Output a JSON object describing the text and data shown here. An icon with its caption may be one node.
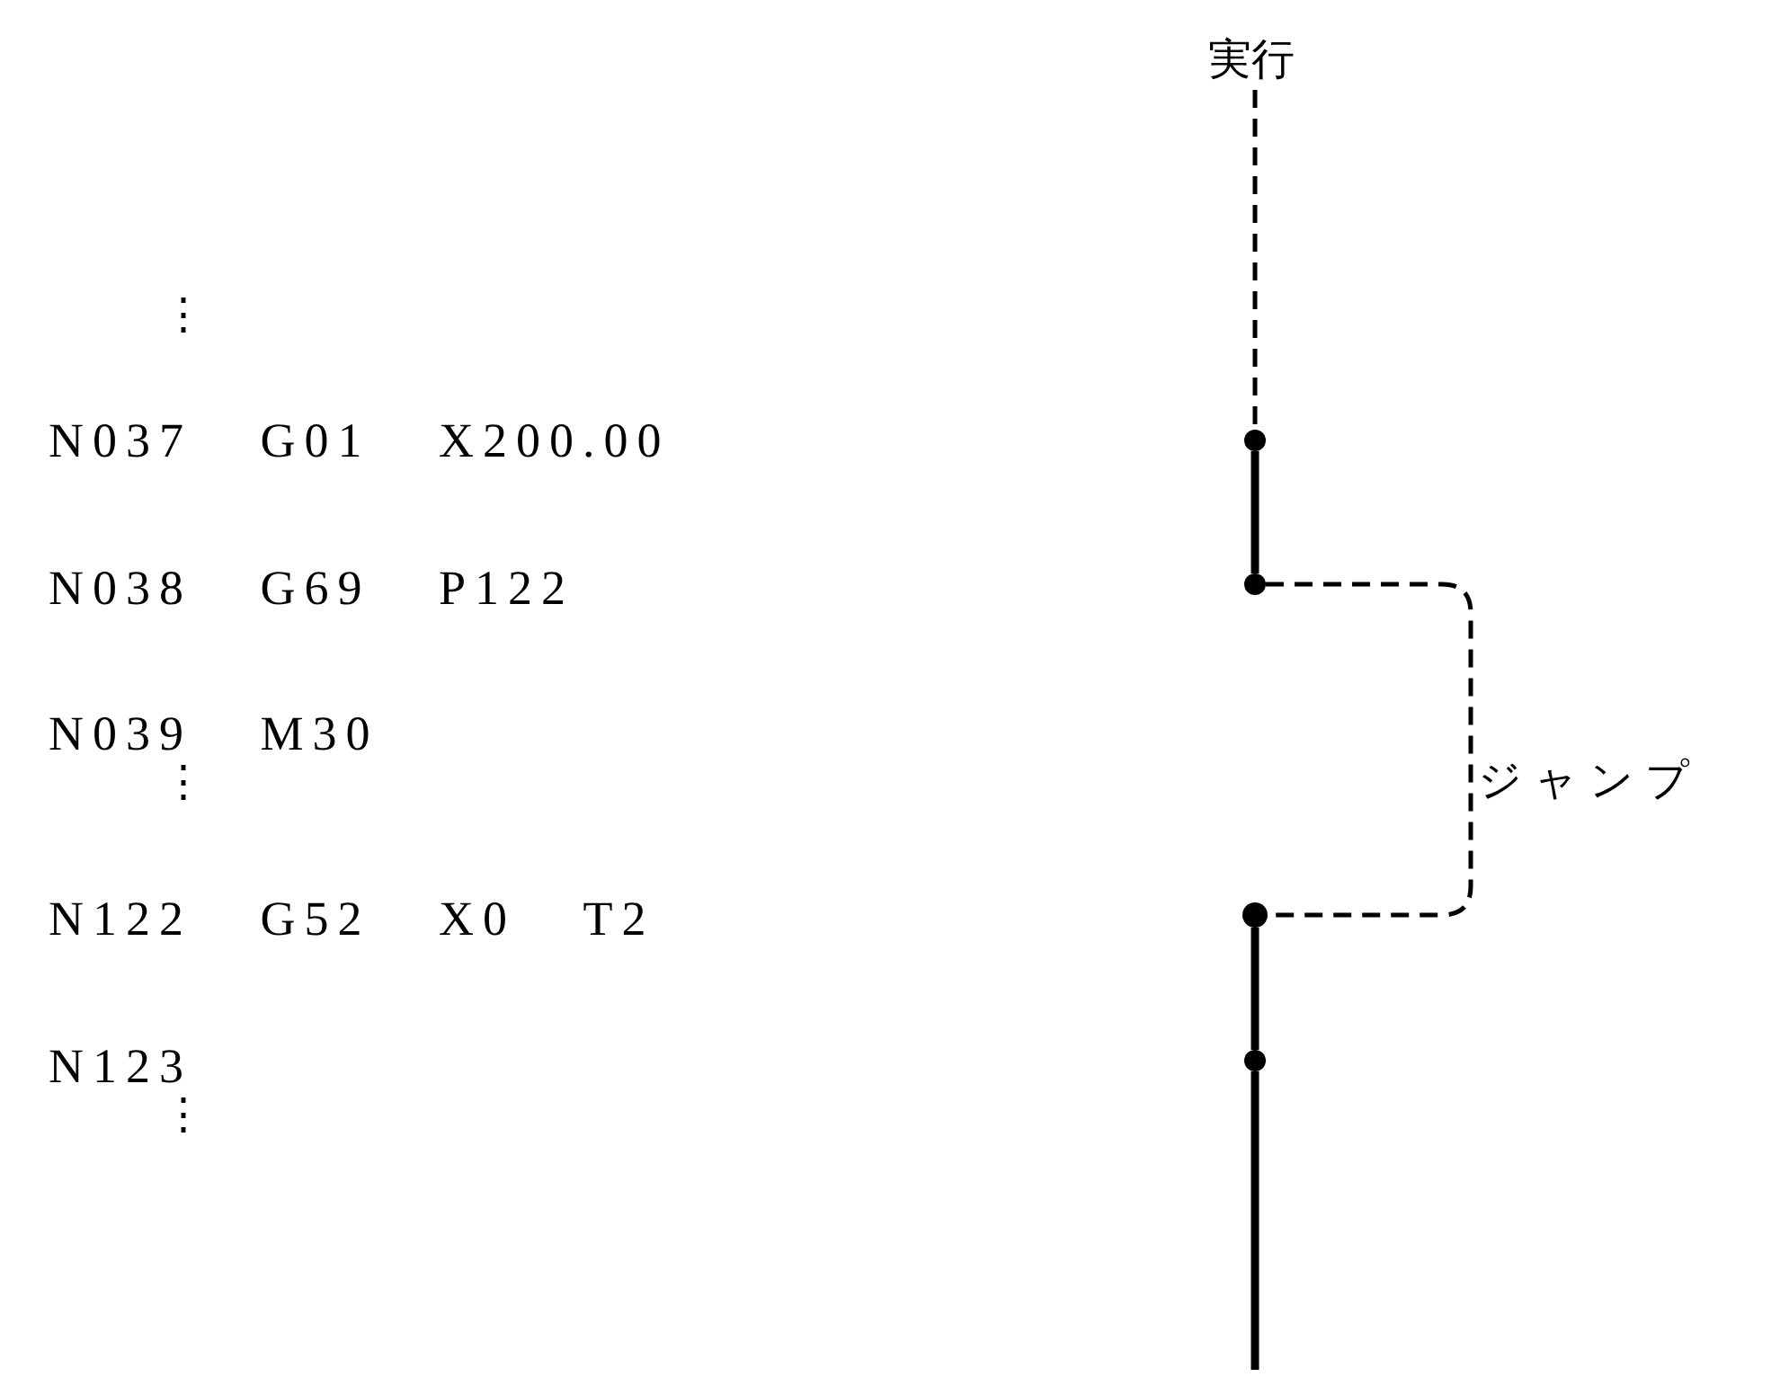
{
  "diagram": {
    "nodes": [
      {
        "text": [
          "実行"
        ]
      },
      {
        "text": [],
        "shape": "circle"
      },
      {
        "text": [],
        "shape": "circle"
      },
      {
        "text": [],
        "shape": "circle"
      },
      {
        "text": [],
        "shape": "circle"
      }
    ],
    "edges": [
      {
        "from": 0,
        "to": 1,
        "arrow": "none",
        "style": "dashed"
      },
      {
        "from": 1,
        "to": 2,
        "arrow": "none"
      },
      {
        "from": 2,
        "to": 3,
        "arrow": "none",
        "style": "dashed",
        "label": "ジャンプ"
      },
      {
        "from": 3,
        "to": 4,
        "arrow": "none"
      },
      {
        "from": 4,
        "to": null,
        "arrow": "none"
      }
    ],
    "labels": [
      "⋮",
      "N037 G01 X200.00",
      "N038 G69 P122",
      "N039 M30",
      "⋮",
      "N122 G52 X0 T2",
      "N123",
      "⋮"
    ]
  }
}
